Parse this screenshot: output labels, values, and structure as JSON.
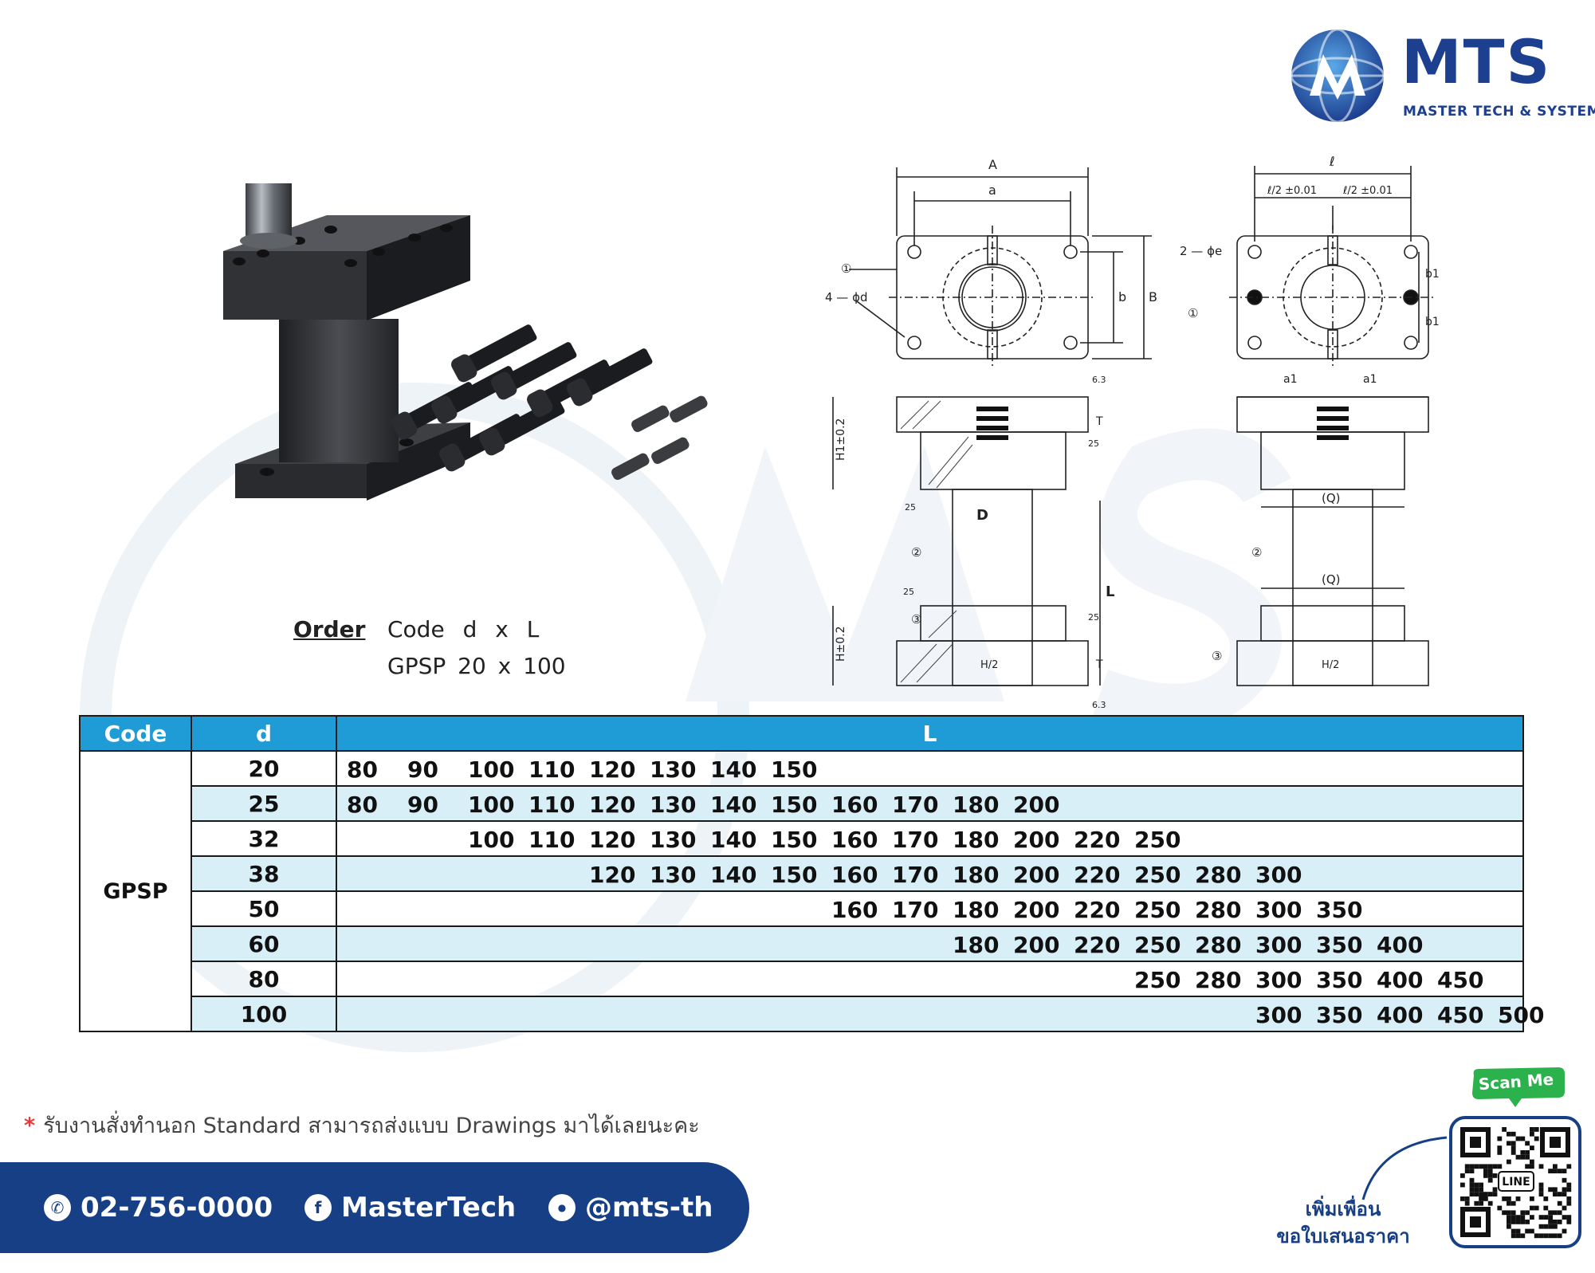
{
  "brand": {
    "name": "MTS",
    "tagline": "MASTER TECH & SYSTEMS",
    "colors": {
      "navy": "#1d3f8f",
      "accent": "#1f9bd6",
      "row_alt": "#d9eff8",
      "scan_green": "#2bb24c"
    }
  },
  "order": {
    "label": "Order",
    "format": "Code  d  x  L",
    "example": "GPSP  20  x  100"
  },
  "drawing": {
    "labels_left": [
      "A",
      "a",
      "b",
      "B",
      "4 — ϕd",
      "①",
      "②",
      "③",
      "H1±0.2",
      "H±0.2",
      "D",
      "L",
      "T",
      "H/2",
      "6.3",
      "25"
    ],
    "labels_right": [
      "ℓ",
      "ℓ/2 ±0.01",
      "ℓ/2 ±0.01",
      "2 — ϕe",
      "b1",
      "b1",
      "a1",
      "a1",
      "(Q)",
      "(Q)",
      "①",
      "②",
      "③",
      "H/2"
    ]
  },
  "table": {
    "headers": {
      "code": "Code",
      "d": "d",
      "l": "L"
    },
    "code": "GPSP",
    "l_columns": [
      "80",
      "90",
      "100",
      "110",
      "120",
      "130",
      "140",
      "150",
      "160",
      "170",
      "180",
      "200",
      "220",
      "250",
      "280",
      "300",
      "350",
      "400",
      "450",
      "500"
    ],
    "rows": [
      {
        "d": "20",
        "L": [
          "80",
          "90",
          "100",
          "110",
          "120",
          "130",
          "140",
          "150"
        ]
      },
      {
        "d": "25",
        "L": [
          "80",
          "90",
          "100",
          "110",
          "120",
          "130",
          "140",
          "150",
          "160",
          "170",
          "180",
          "200"
        ]
      },
      {
        "d": "32",
        "L": [
          "100",
          "110",
          "120",
          "130",
          "140",
          "150",
          "160",
          "170",
          "180",
          "200",
          "220",
          "250"
        ]
      },
      {
        "d": "38",
        "L": [
          "120",
          "130",
          "140",
          "150",
          "160",
          "170",
          "180",
          "200",
          "220",
          "250",
          "280",
          "300"
        ]
      },
      {
        "d": "50",
        "L": [
          "160",
          "170",
          "180",
          "200",
          "220",
          "250",
          "280",
          "300",
          "350"
        ]
      },
      {
        "d": "60",
        "L": [
          "180",
          "200",
          "220",
          "250",
          "280",
          "300",
          "350",
          "400"
        ]
      },
      {
        "d": "80",
        "L": [
          "250",
          "280",
          "300",
          "350",
          "400",
          "450"
        ]
      },
      {
        "d": "100",
        "L": [
          "300",
          "350",
          "400",
          "450",
          "500"
        ]
      }
    ]
  },
  "note": {
    "star": "*",
    "text": "รับงานสั่งทำนอก Standard สามารถส่งแบบ Drawings มาได้เลยนะคะ"
  },
  "contact": {
    "phone_icon": "phone-icon",
    "phone": "02-756-0000",
    "facebook_icon": "facebook-icon",
    "facebook": "MasterTech",
    "line_icon": "line-icon",
    "line": "@mts-th"
  },
  "qr": {
    "badge": "Scan Me",
    "center_label": "LINE",
    "caption_line1": "เพิ่มเพื่อน",
    "caption_line2": "ขอใบเสนอราคา"
  }
}
